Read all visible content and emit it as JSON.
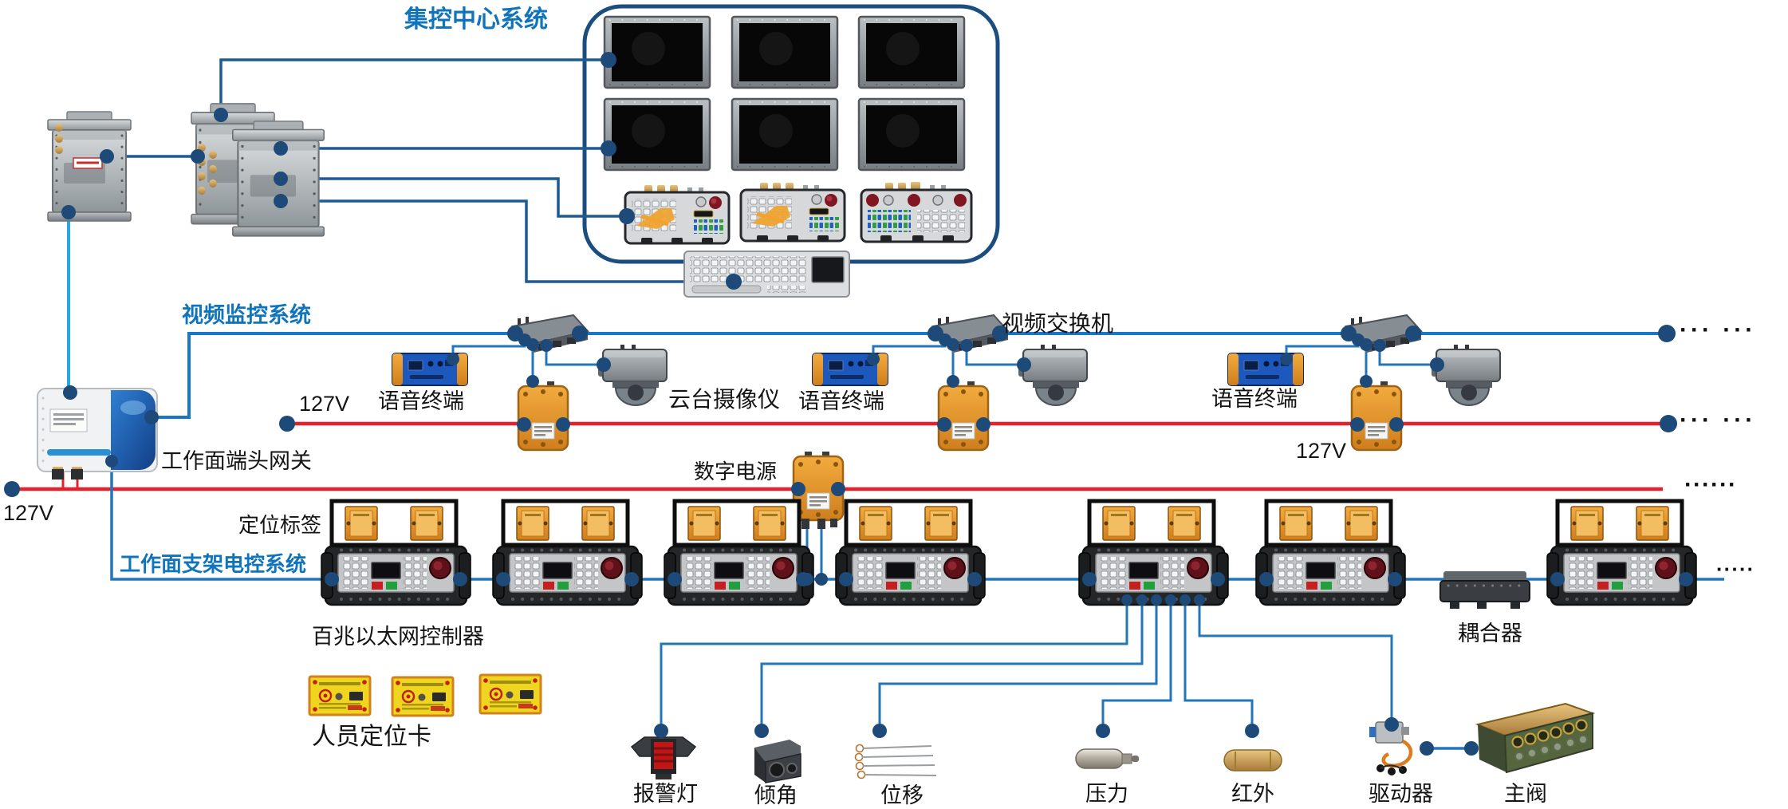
{
  "labels": {
    "control_center": "集控中心系统",
    "video_system": "视频监控系统",
    "video_switch": "视频交换机",
    "voice_terminal": "语音终端",
    "ptz_camera": "云台摄像仪",
    "gateway": "工作面端头网关",
    "digital_power": "数字电源",
    "position_tag": "定位标签",
    "support_system": "工作面支架电控系统",
    "ethernet_controller": "百兆以太网控制器",
    "personnel_card": "人员定位卡",
    "coupler": "耦合器",
    "voltage": "127V",
    "sensors": {
      "alarm": "报警灯",
      "tilt": "倾角",
      "displacement": "位移",
      "pressure": "压力",
      "infrared": "红外",
      "driver": "驱动器",
      "main_valve": "主阀"
    },
    "ellipsis_pair": "··· ···",
    "ellipsis_six": "······",
    "ellipsis_five": "·····"
  },
  "colors": {
    "line_dark_blue": "#1d5a96",
    "line_light_blue": "#29a8e0",
    "line_bright_blue": "#1878c8",
    "line_bus_blue": "#2277bb",
    "line_red": "#e8202a",
    "node_dot": "#1d4a78",
    "title_blue": "#1074bc",
    "tag_orange": "#e8962e",
    "card_yellow": "#efd51e"
  },
  "counts": {
    "monitors": 6,
    "operator_consoles": 3,
    "keyboards": 1,
    "video_switch_clusters": 3,
    "voice_terminals": 3,
    "ptz_cameras": 3,
    "ethernet_controllers": 7,
    "position_tag_boxes": 7,
    "personnel_cards": 3
  }
}
